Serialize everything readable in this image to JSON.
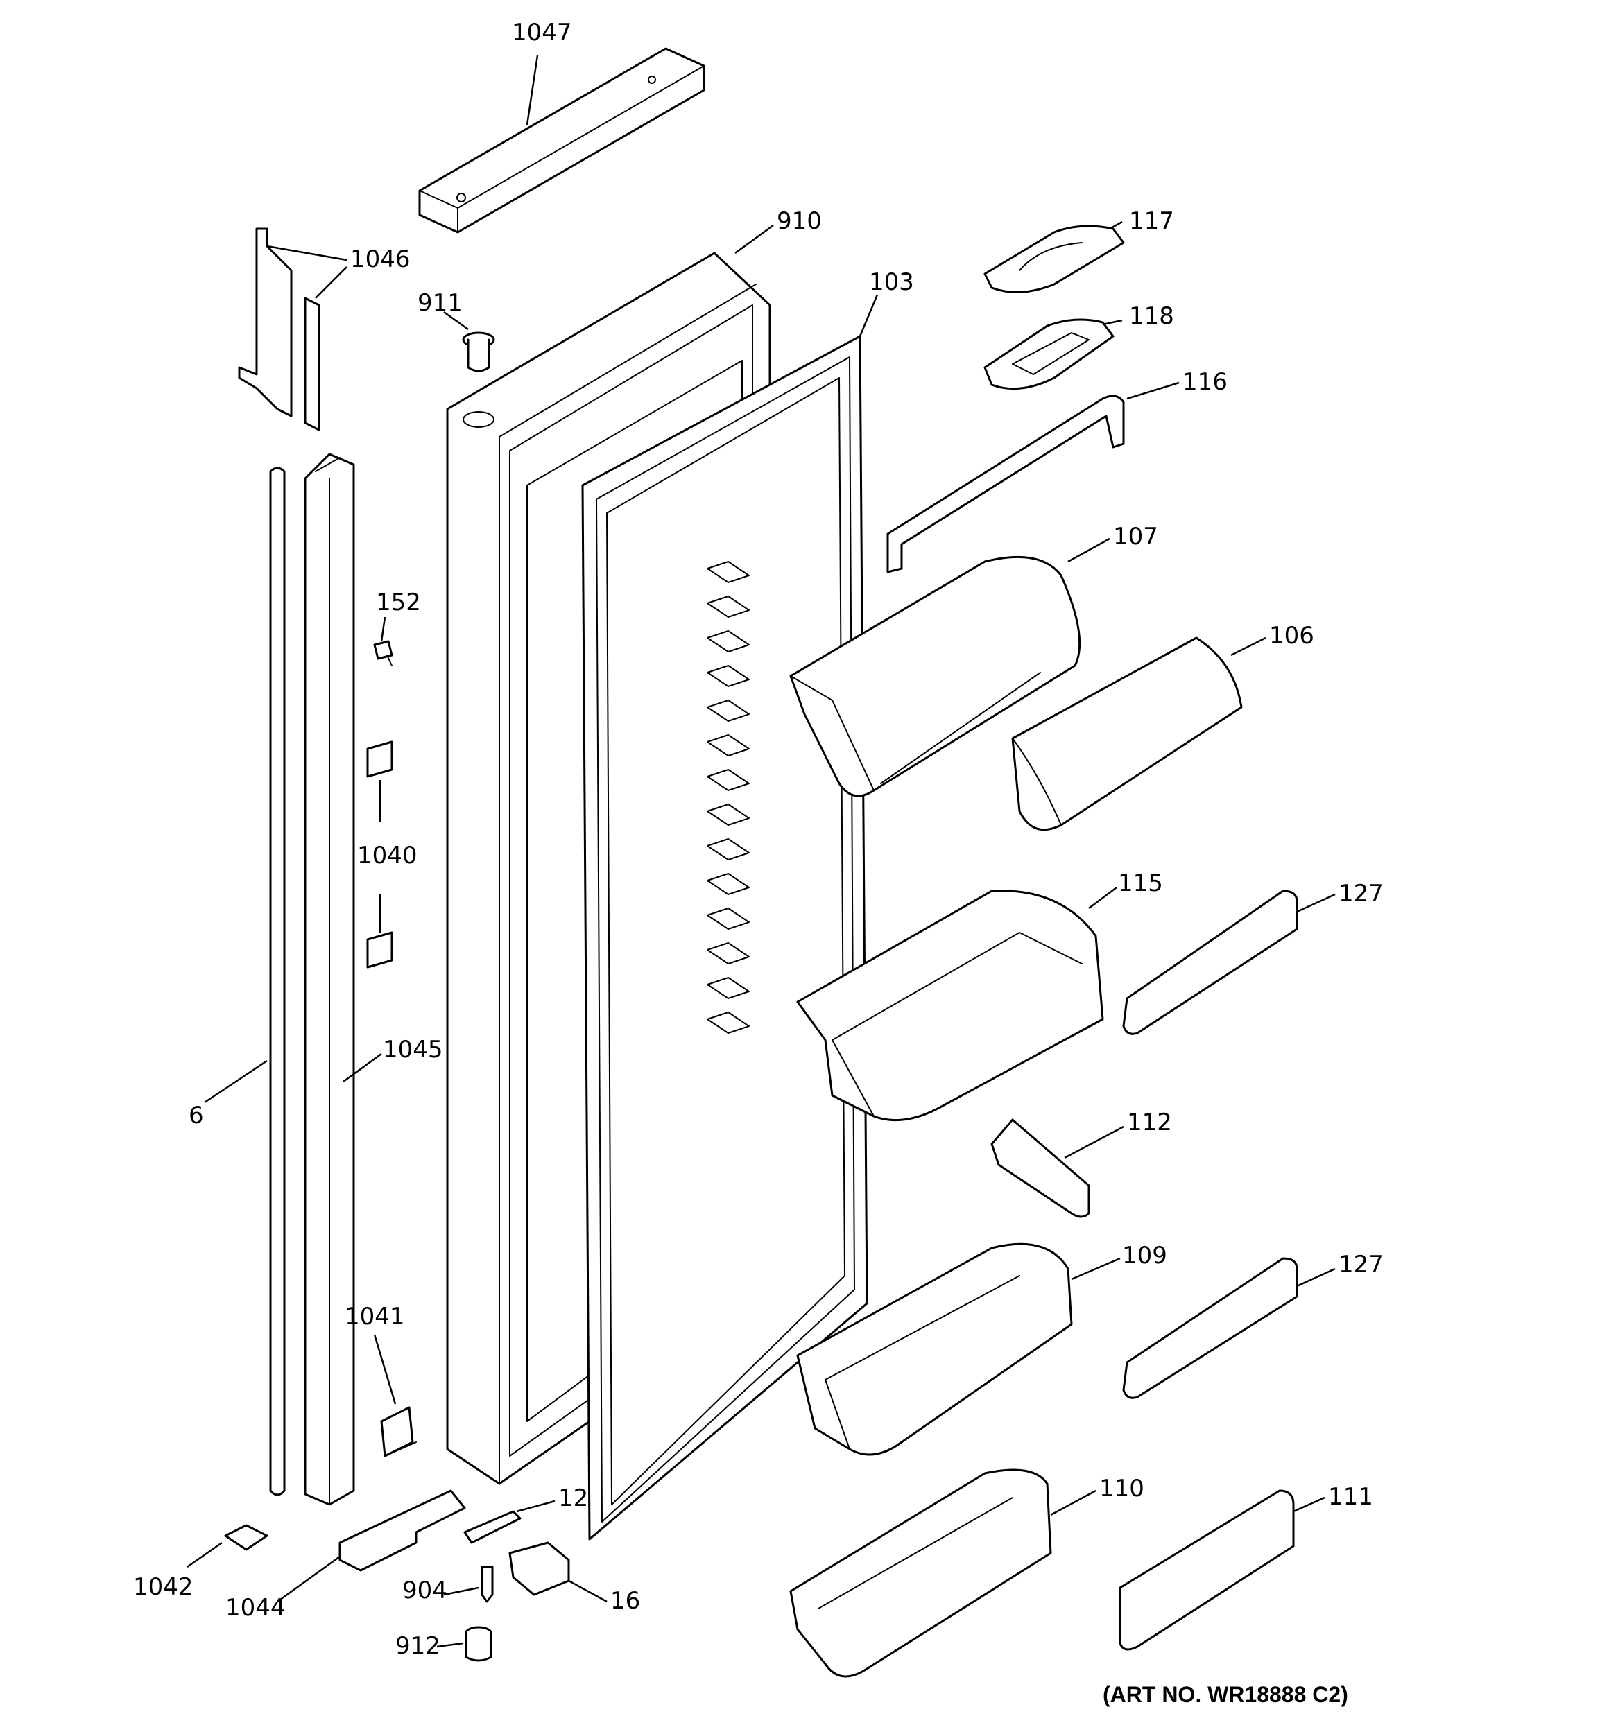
{
  "diagram": {
    "art_number": "(ART NO. WR18888 C2)",
    "callouts": [
      {
        "id": "c1047",
        "label": "1047"
      },
      {
        "id": "c1046",
        "label": "1046"
      },
      {
        "id": "c910",
        "label": "910"
      },
      {
        "id": "c911",
        "label": "911"
      },
      {
        "id": "c103",
        "label": "103"
      },
      {
        "id": "c117",
        "label": "117"
      },
      {
        "id": "c118",
        "label": "118"
      },
      {
        "id": "c116",
        "label": "116"
      },
      {
        "id": "c107",
        "label": "107"
      },
      {
        "id": "c106",
        "label": "106"
      },
      {
        "id": "c152",
        "label": "152"
      },
      {
        "id": "c1040",
        "label": "1040"
      },
      {
        "id": "c1045",
        "label": "1045"
      },
      {
        "id": "c6",
        "label": "6"
      },
      {
        "id": "c115",
        "label": "115"
      },
      {
        "id": "c127a",
        "label": "127"
      },
      {
        "id": "c112",
        "label": "112"
      },
      {
        "id": "c109",
        "label": "109"
      },
      {
        "id": "c127b",
        "label": "127"
      },
      {
        "id": "c1041",
        "label": "1041"
      },
      {
        "id": "c12",
        "label": "12"
      },
      {
        "id": "c110",
        "label": "110"
      },
      {
        "id": "c111",
        "label": "111"
      },
      {
        "id": "c1042",
        "label": "1042"
      },
      {
        "id": "c1044",
        "label": "1044"
      },
      {
        "id": "c904",
        "label": "904"
      },
      {
        "id": "c16",
        "label": "16"
      },
      {
        "id": "c912",
        "label": "912"
      }
    ]
  }
}
